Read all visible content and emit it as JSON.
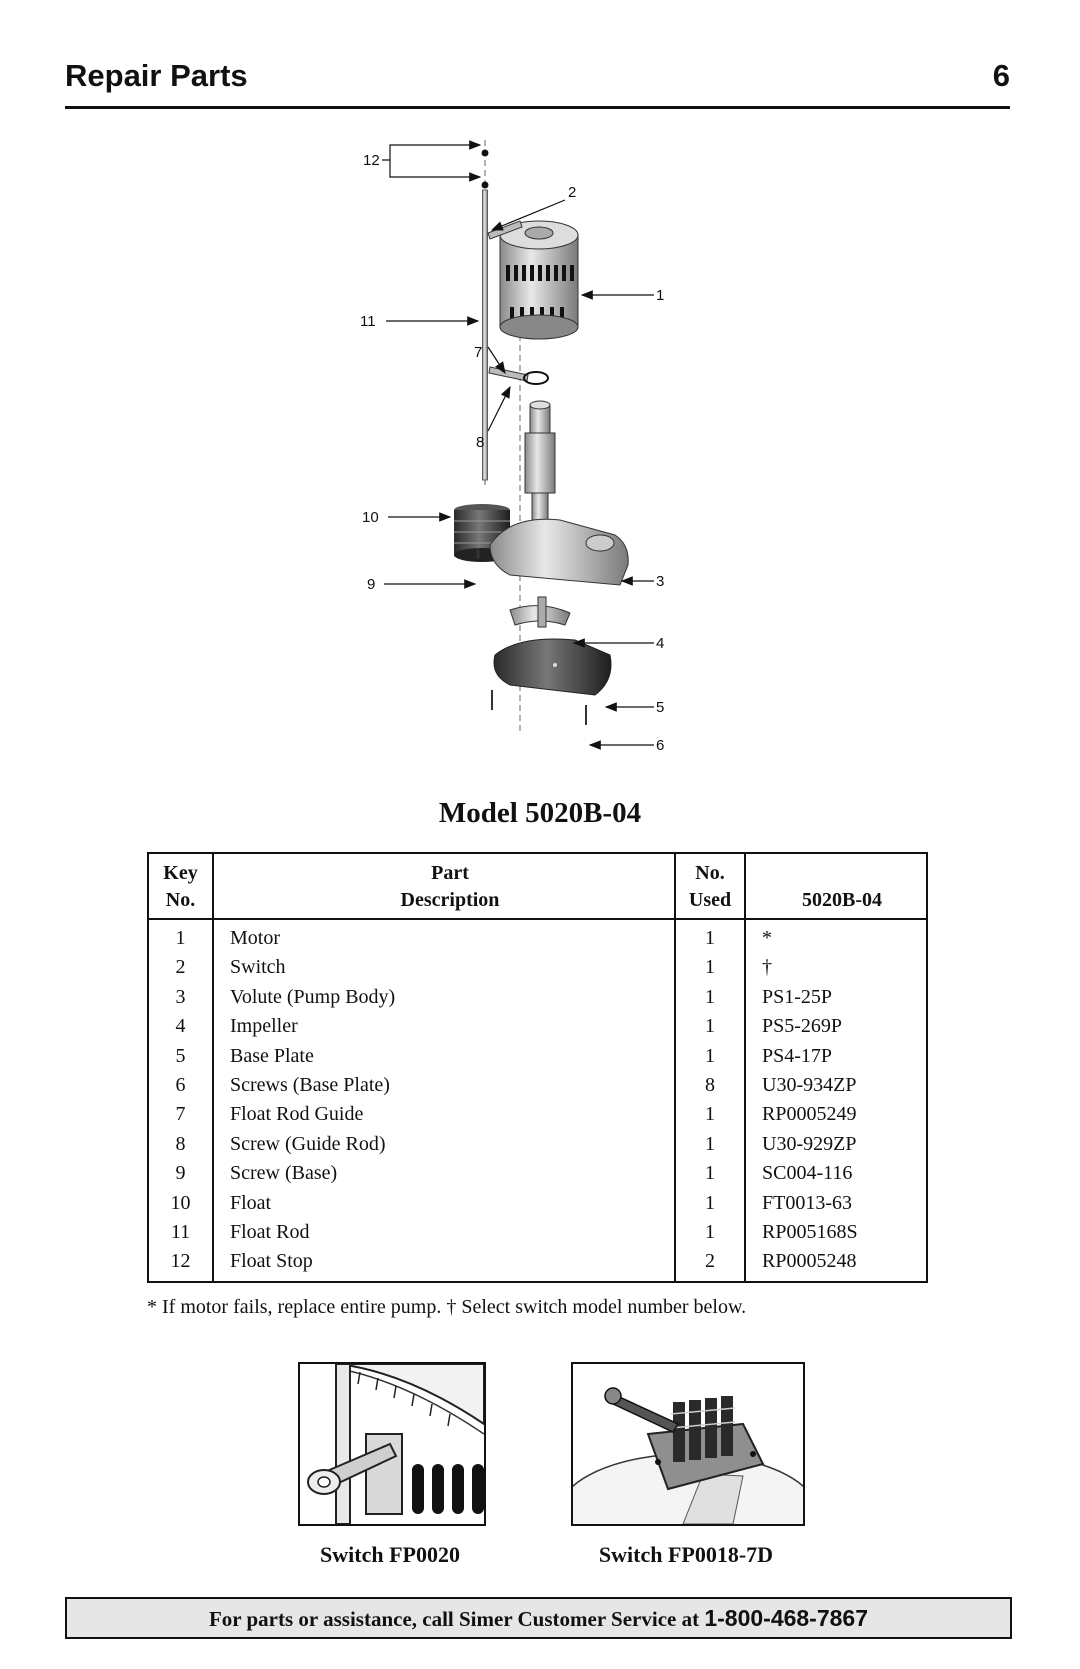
{
  "header": {
    "title": "Repair Parts",
    "page_number": "6"
  },
  "diagram": {
    "callouts": [
      "12",
      "2",
      "1",
      "11",
      "7",
      "8",
      "10",
      "9",
      "3",
      "4",
      "5",
      "6"
    ]
  },
  "model_title": "Model 5020B-04",
  "table": {
    "headers": {
      "key_line1": "Key",
      "key_line2": "No.",
      "desc_line1": "Part",
      "desc_line2": "Description",
      "used_line1": "No.",
      "used_line2": "Used",
      "model": "5020B-04"
    },
    "rows": [
      {
        "key": "1",
        "description": "Motor",
        "used": "1",
        "part": "*"
      },
      {
        "key": "2",
        "description": "Switch",
        "used": "1",
        "part": "†"
      },
      {
        "key": "3",
        "description": "Volute (Pump Body)",
        "used": "1",
        "part": "PS1-25P"
      },
      {
        "key": "4",
        "description": "Impeller",
        "used": "1",
        "part": "PS5-269P"
      },
      {
        "key": "5",
        "description": "Base Plate",
        "used": "1",
        "part": "PS4-17P"
      },
      {
        "key": "6",
        "description": "Screws (Base Plate)",
        "used": "8",
        "part": "U30-934ZP"
      },
      {
        "key": "7",
        "description": "Float Rod Guide",
        "used": "1",
        "part": "RP0005249"
      },
      {
        "key": "8",
        "description": "Screw (Guide Rod)",
        "used": "1",
        "part": "U30-929ZP"
      },
      {
        "key": "9",
        "description": "Screw (Base)",
        "used": "1",
        "part": "SC004-116"
      },
      {
        "key": "10",
        "description": "Float",
        "used": "1",
        "part": "FT0013-63"
      },
      {
        "key": "11",
        "description": "Float Rod",
        "used": "1",
        "part": "RP005168S"
      },
      {
        "key": "12",
        "description": "Float Stop",
        "used": "2",
        "part": "RP0005248"
      }
    ]
  },
  "footnote": "* If motor fails, replace entire pump.  † Select switch model number below.",
  "switches": [
    {
      "caption": "Switch FP0020"
    },
    {
      "caption": "Switch FP0018-7D"
    }
  ],
  "footer": {
    "text": "For parts or assistance, call Simer Customer Service at ",
    "phone": "1-800-468-7867"
  }
}
